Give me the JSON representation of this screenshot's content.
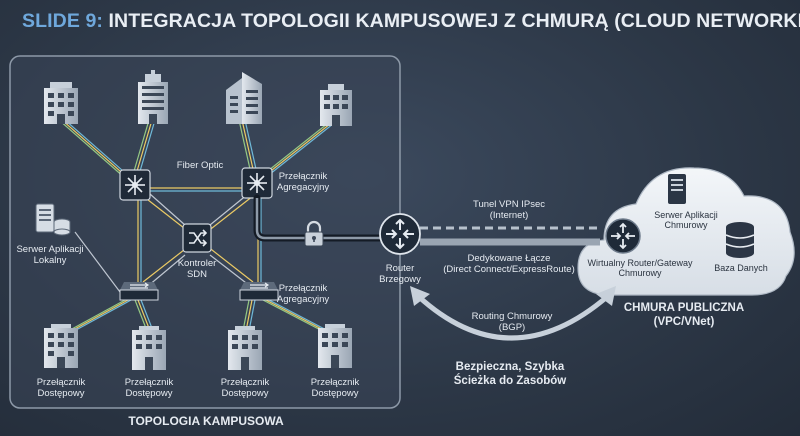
{
  "slide": {
    "prefix": "SLIDE 9:",
    "title": "INTEGRACJA TOPOLOGII KAMPUSOWEJ Z CHMURĄ (CLOUD NETWORKING)"
  },
  "campus": {
    "caption": "TOPOLOGIA KAMPUSOWA",
    "fiber_label": "Fiber Optic",
    "agg_switch_top": [
      "Przełącznik",
      "Agregacyjny"
    ],
    "agg_switch_bottom": [
      "Przełącznik",
      "Agregacyjny"
    ],
    "controller": [
      "Kontroler",
      "SDN"
    ],
    "local_server": [
      "Serwer Aplikacji",
      "Lokalny"
    ],
    "access_switches": [
      [
        "Przełącznik",
        "Dostępowy"
      ],
      [
        "Przełącznik",
        "Dostępowy"
      ],
      [
        "Przełącznik",
        "Dostępowy"
      ],
      [
        "Przełącznik",
        "Dostępowy"
      ]
    ]
  },
  "edge": {
    "router": [
      "Router",
      "Brzegowy"
    ]
  },
  "links": {
    "vpn": [
      "Tunel VPN IPsec",
      "(Internet)"
    ],
    "dedicated": [
      "Dedykowane Łącze",
      "(Direct Connect/ExpressRoute)"
    ],
    "routing": [
      "Routing Chmurowy",
      "(BGP)"
    ],
    "highlight": [
      "Bezpieczna, Szybka",
      "Ścieżka do Zasobów"
    ]
  },
  "cloud": {
    "server": [
      "Serwer Aplikacji",
      "Chmurowy"
    ],
    "router": [
      "Wirtualny Router/Gateway",
      "Chmurowy"
    ],
    "database": [
      "Baza Danych"
    ],
    "caption": [
      "CHMURA PUBLICZNA",
      "(VPC/VNet)"
    ]
  },
  "colors": {
    "accent": "#6fa8dc",
    "panel_bg": "#3a4658",
    "icon_dark": "#1f2a38",
    "cloud_fill": "#e8edf2"
  }
}
